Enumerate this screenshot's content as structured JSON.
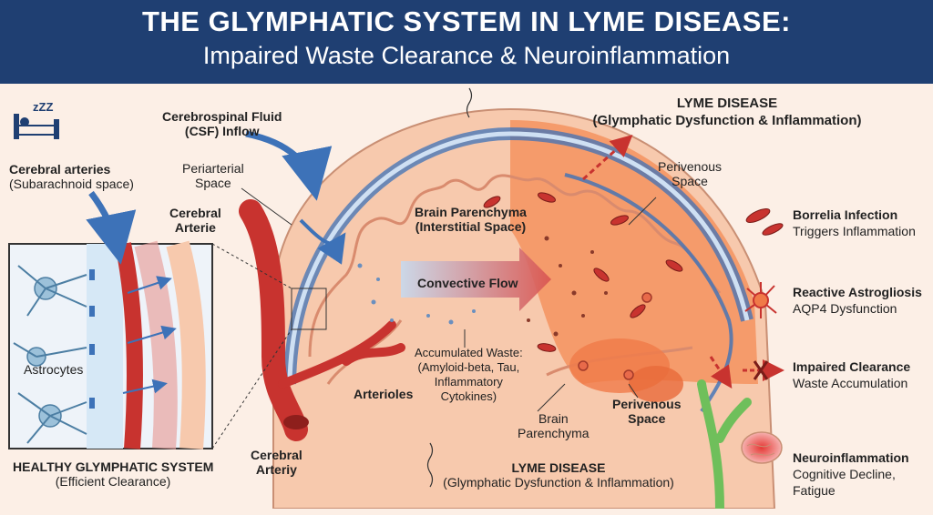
{
  "header": {
    "title": "THE GLYMPHATIC SYSTEM IN LYME DISEASE:",
    "subtitle": "Impaired Waste Clearance & Neuroinflammation"
  },
  "labels": {
    "csf_inflow": "Cerebrospinal Fluid\n(CSF) Inflow",
    "cerebral_arteries": "Cerebral arteries",
    "cerebral_arteries_sub": "(Subarachnoid space)",
    "periarterial": "Periarterial\nSpace",
    "cerebral_arterie": "Cerebral\nArterie",
    "brain_parenchyma_top": "Brain Parenchyma\n(Interstitial Space)",
    "convective_flow": "Convective Flow",
    "accumulated_waste": "Accumulated Waste:\n(Amyloid-beta, Tau,\nInflammatory\nCytokines)",
    "astrocytes": "Astrocytes",
    "arterioles": "Arterioles",
    "brain_parenchyma_bottom": "Brain\nParenchyma",
    "perivenous_bottom": "Perivenous\nSpace",
    "perivenous_top": "Perivenous\nSpace",
    "cerebral_arteriy": "Cerebral\nArteriy",
    "healthy_title": "HEALTHY GLYMPHATIC SYSTEM",
    "healthy_sub": "(Efficient Clearance)",
    "lyme_top_title": "LYME DISEASE",
    "lyme_top_sub": "(Glymphatic Dysfunction & Inflammation)",
    "lyme_bottom_title": "LYME DISEASE",
    "lyme_bottom_sub": "(Glymphatic Dysfunction & Inflammation)",
    "sleep_icon_text": "zZZ"
  },
  "legend": [
    {
      "title": "Borrelia Infection",
      "desc": "Triggers Inflammation",
      "icon": "bacteria-icon"
    },
    {
      "title": "Reactive Astrogliosis",
      "desc": "AQP4 Dysfunction",
      "icon": "astrocyte-icon"
    },
    {
      "title": "Impaired Clearance",
      "desc": "Waste Accumulation",
      "icon": "blocked-arrow-icon"
    },
    {
      "title": "Neuroinflammation",
      "desc": "Cognitive Decline,\nFatigue",
      "icon": "brain-icon"
    }
  ],
  "colors": {
    "header": "#1f3f72",
    "background": "#fcefe6",
    "artery": "#c8332f",
    "csf_blue": "#3d72b8",
    "inflamed": "#f07a48",
    "green_vein": "#6fbf5b"
  }
}
